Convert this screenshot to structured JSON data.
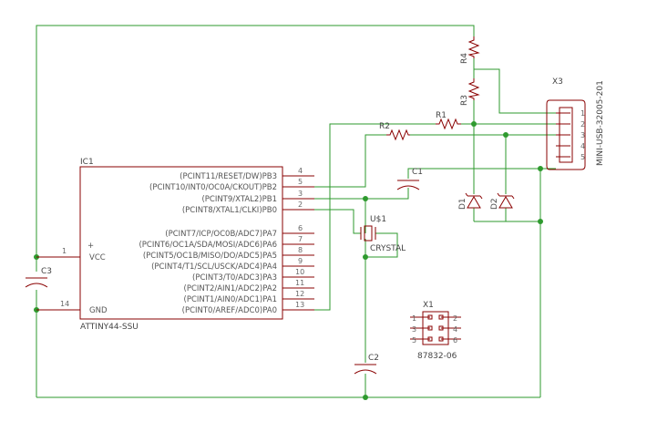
{
  "ic1": {
    "name": "IC1",
    "value": "ATTINY44-SSU",
    "vcc_plus": "+",
    "pins_left": [
      {
        "num": "1",
        "name": "VCC"
      },
      {
        "num": "14",
        "name": "GND"
      }
    ],
    "pins_right": [
      {
        "num": "4",
        "name": "(PCINT11/RESET/DW)PB3"
      },
      {
        "num": "5",
        "name": "(PCINT10/INT0/OC0A/CKOUT)PB2"
      },
      {
        "num": "3",
        "name": "(PCINT9/XTAL2)PB1"
      },
      {
        "num": "2",
        "name": "(PCINT8/XTAL1/CLKI)PB0"
      },
      {
        "num": "6",
        "name": "(PCINT7/ICP/OC0B/ADC7)PA7"
      },
      {
        "num": "7",
        "name": "(PCINT6/OC1A/SDA/MOSI/ADC6)PA6"
      },
      {
        "num": "8",
        "name": "(PCINT5/OC1B/MISO/DO/ADC5)PA5"
      },
      {
        "num": "9",
        "name": "(PCINT4/T1/SCL/USCK/ADC4)PA4"
      },
      {
        "num": "10",
        "name": "(PCINT3/T0/ADC3)PA3"
      },
      {
        "num": "11",
        "name": "(PCINT2/AIN1/ADC2)PA2"
      },
      {
        "num": "12",
        "name": "(PCINT1/AIN0/ADC1)PA1"
      },
      {
        "num": "13",
        "name": "(PCINT0/AREF/ADC0)PA0"
      }
    ]
  },
  "resistors": {
    "r1": "R1",
    "r2": "R2",
    "r3": "R3",
    "r4": "R4"
  },
  "capacitors": {
    "c1": "C1",
    "c2": "C2",
    "c3": "C3"
  },
  "diodes": {
    "d1": "D1",
    "d2": "D2"
  },
  "crystal": {
    "name": "U$1",
    "value": "CRYSTAL"
  },
  "usb": {
    "name": "X3",
    "value": "MINI-USB-32005-201",
    "pins": [
      "1",
      "2",
      "3",
      "4",
      "5"
    ]
  },
  "header": {
    "name": "X1",
    "value": "87832-06",
    "left_pins": [
      "1",
      "3",
      "5"
    ],
    "right_pins": [
      "2",
      "4",
      "6"
    ]
  },
  "colors": {
    "wire": "#2e9a2e",
    "part": "#8a0000",
    "text": "#555555"
  }
}
